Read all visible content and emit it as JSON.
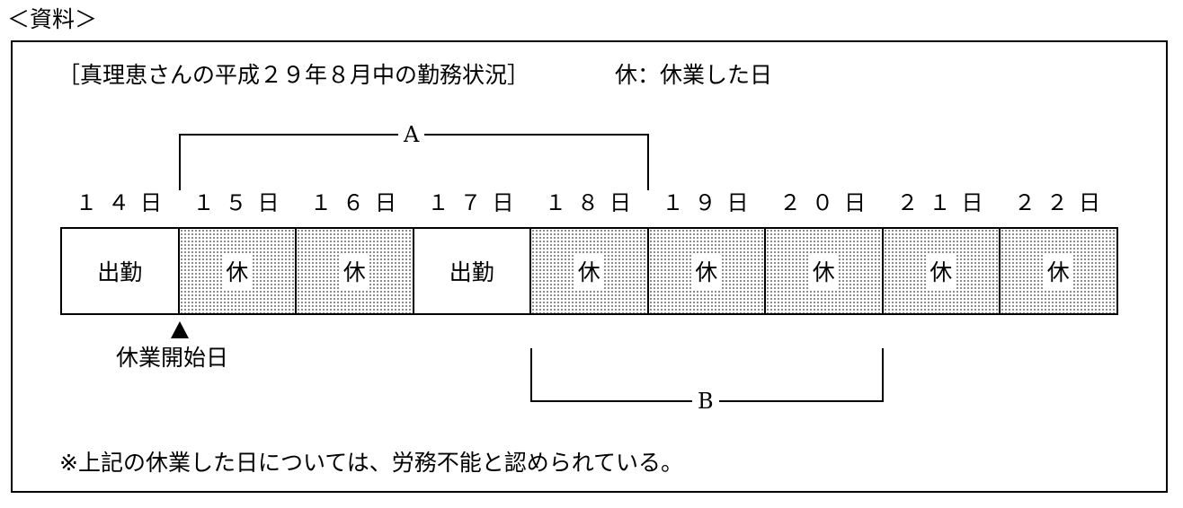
{
  "heading": "＜資料＞",
  "title": "［真理恵さんの平成２９年８月中の勤務状況］",
  "legend": "休：休業した日",
  "bracket_a_label": "A",
  "bracket_b_label": "B",
  "days": [
    {
      "date": "１４日",
      "status": "出勤",
      "off": false
    },
    {
      "date": "１５日",
      "status": "休",
      "off": true
    },
    {
      "date": "１６日",
      "status": "休",
      "off": true
    },
    {
      "date": "１７日",
      "status": "出勤",
      "off": false
    },
    {
      "date": "１８日",
      "status": "休",
      "off": true
    },
    {
      "date": "１９日",
      "status": "休",
      "off": true
    },
    {
      "date": "２０日",
      "status": "休",
      "off": true
    },
    {
      "date": "２１日",
      "status": "休",
      "off": true
    },
    {
      "date": "２２日",
      "status": "休",
      "off": true
    }
  ],
  "start_label": "休業開始日",
  "note": "※上記の休業した日については、労務不能と認められている。"
}
